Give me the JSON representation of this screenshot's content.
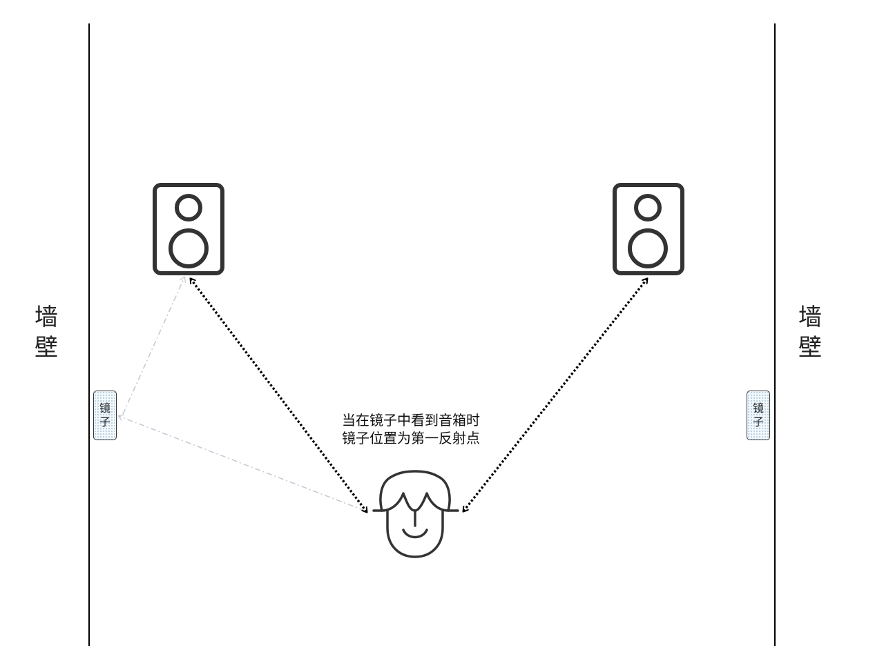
{
  "walls": {
    "left_label": [
      "墙",
      "壁"
    ],
    "right_label": [
      "墙",
      "壁"
    ]
  },
  "mirrors": {
    "left_label": [
      "镜",
      "子"
    ],
    "right_label": [
      "镜",
      "子"
    ]
  },
  "caption": {
    "line1": "当在镜子中看到音箱时",
    "line2": "镜子位置为第一反射点"
  },
  "icons": {
    "speaker": "speaker-icon",
    "listener": "listener-face-icon"
  },
  "colors": {
    "line": "#000000",
    "icon": "#333333",
    "reflection_path": "#c5ccd6",
    "mirror_fill": "#f2f8fc"
  }
}
